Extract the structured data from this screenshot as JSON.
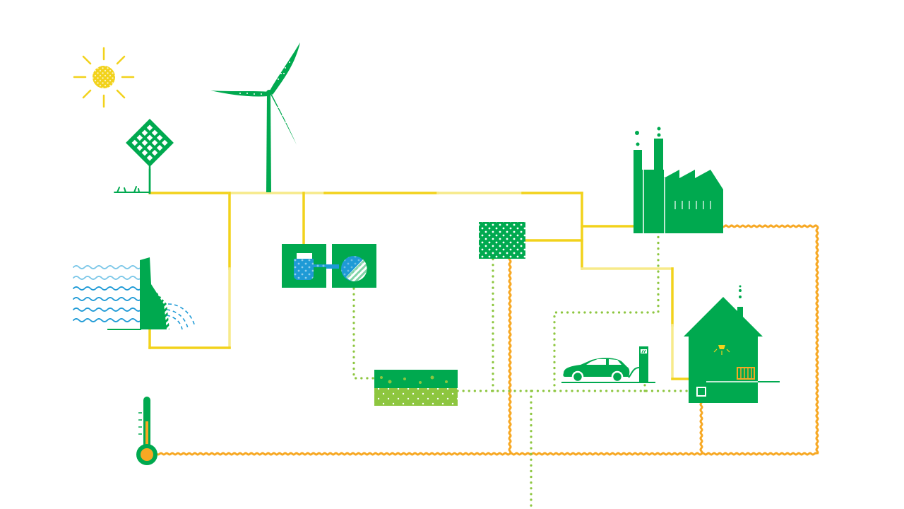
{
  "diagram": {
    "type": "energy-system-infographic",
    "components": [
      {
        "id": "sun",
        "icon": "sun-icon"
      },
      {
        "id": "solar-panel",
        "icon": "solar-panel-icon"
      },
      {
        "id": "wind-turbine",
        "icon": "wind-turbine-icon"
      },
      {
        "id": "hydro-dam",
        "icon": "dam-icon"
      },
      {
        "id": "electrolyser",
        "icon": "electrolysis-icon"
      },
      {
        "id": "fuel-tank",
        "icon": "tank-icon"
      },
      {
        "id": "power-storage",
        "icon": "storage-block-icon"
      },
      {
        "id": "gas-storage",
        "icon": "underground-storage-icon"
      },
      {
        "id": "factory",
        "icon": "factory-icon"
      },
      {
        "id": "house",
        "icon": "house-icon"
      },
      {
        "id": "electric-car",
        "icon": "car-icon"
      },
      {
        "id": "charging-station",
        "icon": "charger-icon"
      },
      {
        "id": "thermometer",
        "icon": "thermometer-icon"
      }
    ],
    "link_types": [
      {
        "id": "electricity",
        "style": "solid"
      },
      {
        "id": "gas",
        "style": "dotted"
      },
      {
        "id": "heat",
        "style": "wavy"
      }
    ]
  },
  "colors": {
    "green": "#00a94f",
    "light_green": "#8dc63f",
    "yellow": "#f2d21b",
    "pale_yellow": "#f7ea8a",
    "orange": "#f7a823",
    "blue": "#1e9ad6",
    "light_blue": "#7cc7e8",
    "white": "#ffffff"
  }
}
